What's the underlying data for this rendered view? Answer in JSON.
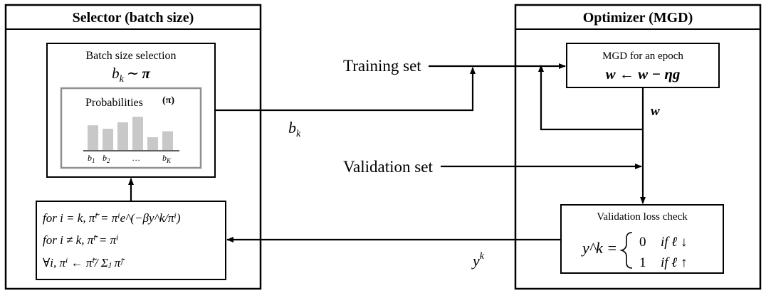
{
  "selector": {
    "title": "Selector (batch size)",
    "selection_box": {
      "heading": "Batch size selection",
      "formula": {
        "var": "b",
        "sub": "k",
        "rel": "∼",
        "rhs": "π"
      },
      "probabilities": {
        "label": "Probabilities",
        "symbol": "(π)",
        "bars": [
          0.58,
          0.5,
          0.65,
          0.78,
          0.3,
          0.44
        ],
        "bar_color": "#c8c8c8",
        "tick_labels": [
          {
            "var": "b",
            "sub": "1"
          },
          {
            "var": "b",
            "sub": "2"
          },
          {
            "var": "…",
            "sub": ""
          },
          {
            "var": "b",
            "sub": "K"
          }
        ]
      }
    },
    "update_rules": [
      "for i = k, π̃ⁱ = πⁱe^(−βy^k/πⁱ)",
      "for i ≠ k, π̃ⁱ = πⁱ",
      "∀i, πⁱ ← π̃ⁱ/ Σⱼ π̃ʲ"
    ]
  },
  "optimizer": {
    "title": "Optimizer (MGD)",
    "mgd_box": {
      "heading": "MGD for an epoch",
      "update": "w ← w − ηg"
    },
    "w_label": "w",
    "validation_box": {
      "heading": "Validation loss check",
      "lhs": "y^k =",
      "cases": [
        {
          "value": "0",
          "condition": "if ℓ ↓"
        },
        {
          "value": "1",
          "condition": "if ℓ ↑"
        }
      ]
    }
  },
  "flows": {
    "training_set": "Training set",
    "validation_set": "Validation set",
    "batch_label": {
      "var": "b",
      "sub": "k"
    },
    "feedback_label": {
      "var": "y",
      "sup": "k"
    }
  }
}
